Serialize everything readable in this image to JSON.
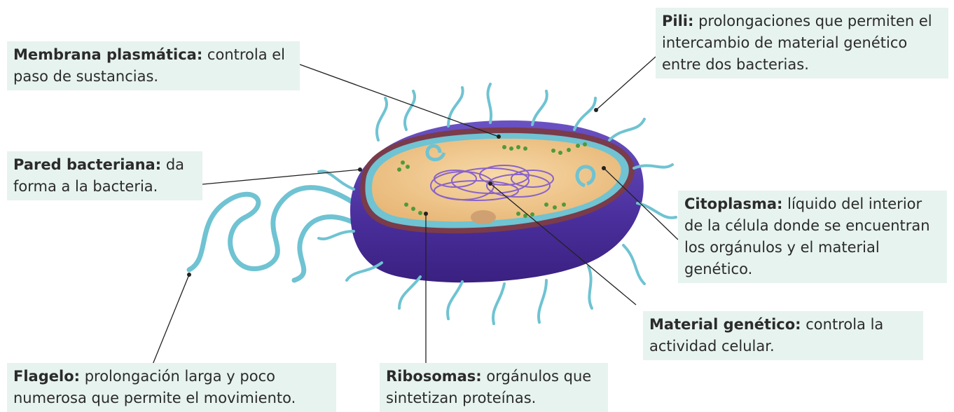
{
  "labels": {
    "membrana": {
      "term": "Membrana plasmática:",
      "desc": "controla el paso de sustancias."
    },
    "pili": {
      "term": "Pili:",
      "desc": "prolongaciones que permiten el intercambio de material genético entre dos bacterias."
    },
    "pared": {
      "term": "Pared bacteriana:",
      "desc": "da forma a la bacteria."
    },
    "citoplasma": {
      "term": "Citoplasma:",
      "desc": "líquido del interior de la célula donde se encuentran los orgánulos y el material genético."
    },
    "material": {
      "term": "Material genético:",
      "desc": "controla la actividad celular."
    },
    "flagelo": {
      "term": "Flagelo:",
      "desc": "prolongación larga y poco numerosa que permite el movimiento."
    },
    "ribosomas": {
      "term": "Ribosomas:",
      "desc": "orgánulos que sintetizan proteínas."
    }
  },
  "colors": {
    "label_bg": "#e7f3ee",
    "cell_body": "#5a3fb0",
    "pili": "#6fc3d2",
    "cytoplasm": "#f2c98f",
    "dna": "#8a63c8",
    "ribosome": "#4f9a3a"
  }
}
